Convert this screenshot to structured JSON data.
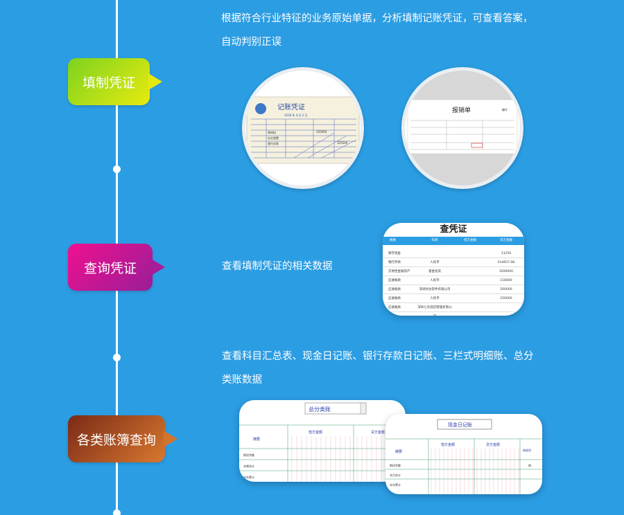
{
  "sections": [
    {
      "tag": "填制凭证",
      "desc_lines": [
        "根据符合行业特征的业务原始单据，分析填制记账凭证，可查看答案，",
        "自动判别正误"
      ],
      "voucher": {
        "title": "记账凭证",
        "date": "2018 年 4 月 2 日",
        "rows": [
          "原材料",
          "应交税费",
          "银行存款"
        ],
        "amounts": [
          "350000",
          "325500"
        ]
      },
      "expense": {
        "title": "报销单",
        "num_label": "编号"
      }
    },
    {
      "tag": "查询凭证",
      "desc": "查看填制凭证的相关数据",
      "query": {
        "title": "查凭证",
        "headers": [
          "摘要",
          "科目",
          "借方金额",
          "贷方金额"
        ],
        "rows": [
          [
            "库存现金",
            "",
            "",
            "11250"
          ],
          [
            "银行存款",
            "人民币",
            "",
            "614657.08"
          ],
          [
            "交易性金融资产",
            "基金投资",
            "",
            "3500000"
          ],
          [
            "应收账款",
            "人民币",
            "",
            "118000"
          ],
          [
            "应收账款",
            "深圳达达软件有限公司",
            "",
            "200000"
          ],
          [
            "应收账款",
            "人民币",
            "",
            "250000"
          ],
          [
            "应收账款",
            "深圳七天酒店管理有限公司",
            "",
            ""
          ]
        ]
      }
    },
    {
      "tag": "各类账簿查询",
      "desc_lines": [
        "查看科目汇总表、现金日记账、银行存款日记账、三栏式明细账、总分",
        "类账数据"
      ],
      "ledger": {
        "title": "总分类账",
        "summary": "摘要",
        "debit": "借方金额",
        "credit": "贷方金额",
        "rows": [
          "期初余额",
          "本期合计",
          "本年累计"
        ]
      },
      "cash": {
        "title": "现金日记账",
        "summary": "摘要",
        "debit": "借方金额",
        "credit": "贷方金额",
        "rows": [
          "期初余额",
          "本月合计",
          "本年累计"
        ],
        "extra": "借或贷",
        "extra_cell": "借"
      }
    }
  ]
}
